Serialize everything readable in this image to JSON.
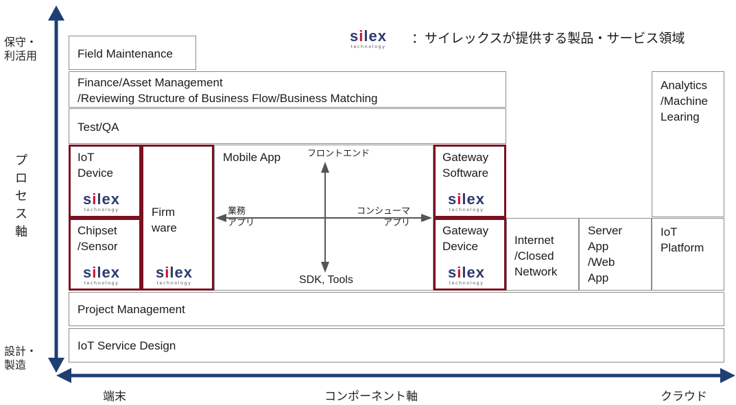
{
  "legend": {
    "text": "：サイレックスが提供する製品・サービス領域",
    "logo_word": "silex",
    "logo_sub": "technology"
  },
  "axes": {
    "y_top": "保守・\n利活用",
    "y_mid": "プ\nロ\nセ\nス\n軸",
    "y_bottom": "設計・\n製造",
    "x_left": "端末",
    "x_mid": "コンポーネント軸",
    "x_right": "クラウド"
  },
  "boxes": {
    "field_maintenance": "Field Maintenance",
    "finance": "Finance/Asset Management\n/Reviewing Structure of Business Flow/Business Matching",
    "test_qa": "Test/QA",
    "iot_device": "IoT\nDevice",
    "chipset": "Chipset\n/Sensor",
    "firmware": "Firm\nware",
    "mobile_app": "Mobile App",
    "gateway_software": "Gateway\nSoftware",
    "gateway_device": "Gateway\nDevice",
    "internet": "Internet\n/Closed\nNetwork",
    "server_app": "Server\nApp\n/Web\nApp",
    "analytics": "Analytics\n/Machine\nLearing",
    "iot_platform": "IoT\nPlatform",
    "project_management": "Project Management",
    "iot_service_design": "IoT Service Design"
  },
  "mobile_quadrant": {
    "top": "フロントエンド",
    "bottom": "SDK, Tools",
    "left": "業務\nアプリ",
    "right": "コンシューマ\nアプリ"
  },
  "colors": {
    "axis": "#1f3f73",
    "highlight_border": "#7a1020",
    "logo_blue": "#2c3a6e",
    "logo_red": "#c8102e"
  }
}
